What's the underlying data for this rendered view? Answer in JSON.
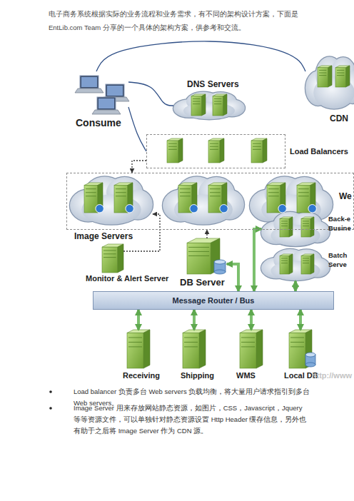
{
  "diagram": {
    "nodes": [
      {
        "text": [
          "Consume"
        ]
      },
      {
        "text": [
          "DNS Servers"
        ]
      },
      {
        "text": [
          "CDN"
        ]
      },
      {
        "text": [
          "Load Balancers"
        ]
      },
      {
        "text": [
          "We"
        ]
      },
      {
        "text": [
          "Image Servers"
        ],
        "in": 4
      },
      {
        "text": [
          "Back-e Busine"
        ]
      },
      {
        "text": [
          "Monitor & Alert Server"
        ]
      },
      {
        "text": [
          "DB Server"
        ]
      },
      {
        "text": [
          "Batch Serve"
        ]
      },
      {
        "text": [
          "Message Router / Bus"
        ]
      },
      {
        "text": [
          "Receiving"
        ]
      },
      {
        "text": [
          "Shipping"
        ]
      },
      {
        "text": [
          "WMS"
        ]
      },
      {
        "text": [
          "Local DB"
        ]
      }
    ],
    "edges": [
      {
        "from": 0,
        "to": 1,
        "arrow": "none"
      },
      {
        "from": 0,
        "to": 2,
        "arrow": "none"
      },
      {
        "from": 0,
        "to": 3,
        "arrow": "none"
      },
      {
        "from": 3,
        "to": 4,
        "arrow": "to"
      },
      {
        "from": 7,
        "to": 5,
        "arrow": "to"
      },
      {
        "from": 8,
        "to": 4,
        "arrow": "to"
      },
      {
        "from": 10,
        "to": 8,
        "arrow": "both"
      },
      {
        "from": 10,
        "to": 6,
        "arrow": "both"
      },
      {
        "from": 10,
        "to": 9,
        "arrow": "both"
      },
      {
        "from": 10,
        "to": 11,
        "arrow": "both"
      },
      {
        "from": 10,
        "to": 12,
        "arrow": "both"
      },
      {
        "from": 10,
        "to": 13,
        "arrow": "both"
      },
      {
        "from": 10,
        "to": 14,
        "arrow": "both"
      }
    ],
    "labels": [
      "电子商务系统根据实际的业务流程和业务需求，有不同的架构设计方案，下面是 EntLib.com Team 分享的一个具体的架构方案，供参考和交流。",
      "http://www",
      "Load balancer 负责多台 Web servers 负载均衡，将大量用户请求指引到多台 Web servers。",
      "Image Server 用来存放网站静态资源，如图片，CSS，Javascript，Jquery 等等资源文件，可以单独针对静态资源设置 Http Header 缓存信息，另外也有助于之后将 Image Server 作为 CDN 源。"
    ]
  }
}
